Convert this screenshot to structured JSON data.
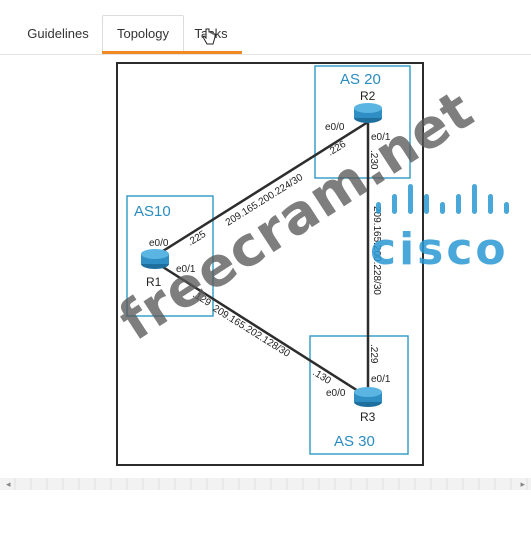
{
  "tabs": [
    {
      "label": "Guidelines"
    },
    {
      "label": "Topology"
    },
    {
      "label": "Tasks"
    }
  ],
  "active_tab": "Topology",
  "topology": {
    "as10": {
      "label": "AS10"
    },
    "as20": {
      "label": "AS 20"
    },
    "as30": {
      "label": "AS 30"
    },
    "routers": {
      "r1": {
        "name": "R1",
        "if_a": "e0/0",
        "if_b": "e0/1",
        "ip_a": ".225",
        "ip_b": ".129"
      },
      "r2": {
        "name": "R2",
        "if_a": "e0/0",
        "if_b": "e0/1",
        "ip_a": ".226",
        "ip_b": ".230"
      },
      "r3": {
        "name": "R3",
        "if_a": "e0/0",
        "if_b": "e0/1",
        "ip_a": ".130",
        "ip_b": ".229"
      }
    },
    "links": {
      "r1_r2": "209.165.200.224/30",
      "r2_r3": "209.165.200.228/30",
      "r1_r3": "209.165.202.128/30"
    }
  },
  "watermark": {
    "text": "freecram.net"
  },
  "logo": {
    "text": "cisco"
  },
  "colors": {
    "accent": "#f08a24",
    "as_box": "#3aa0c8",
    "router": "#2f8fc4",
    "link": "#2d2d2d"
  }
}
